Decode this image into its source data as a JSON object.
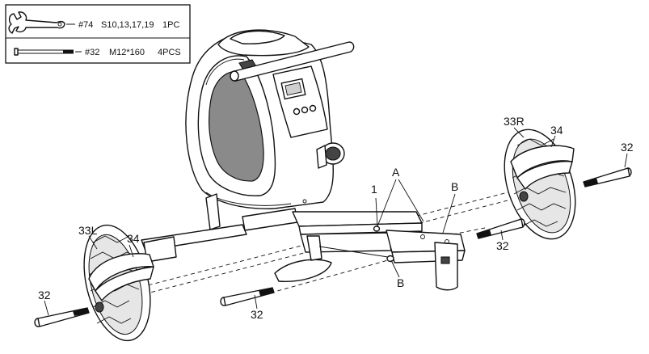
{
  "parts_list": {
    "wrench": {
      "number": "#74",
      "spec": "S10,13,17,19",
      "qty": "1PC"
    },
    "bolt": {
      "number": "#32",
      "spec": "M12*160",
      "qty": "4PCS"
    }
  },
  "callouts": {
    "part_1": "1",
    "a": "A",
    "b_top": "B",
    "b_bottom": "B",
    "left_stabilizer_end_cap": "33L",
    "right_stabilizer_end_cap": "33R",
    "left_foot_pad": "34",
    "right_foot_pad": "34",
    "bolt_left_end": "32",
    "bolt_bottom": "32",
    "bolt_right_lower": "32",
    "bolt_right_upper": "32"
  },
  "colors": {
    "ink": "#111111",
    "background": "#ffffff"
  }
}
